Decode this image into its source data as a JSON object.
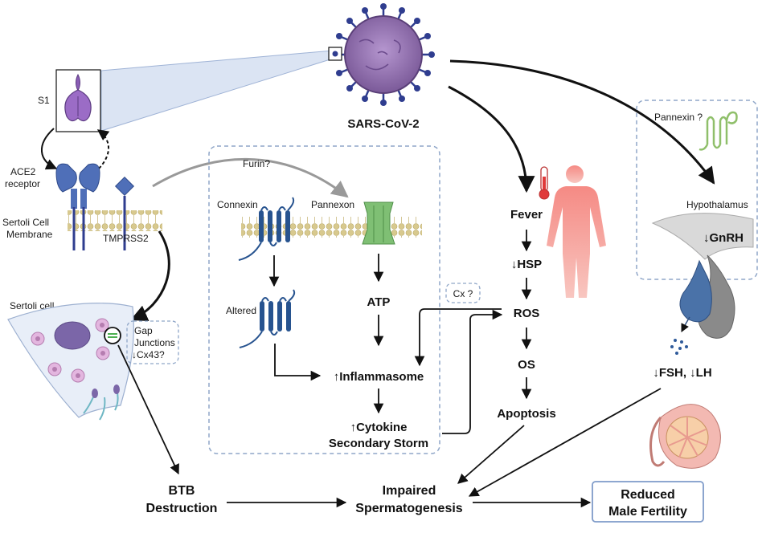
{
  "labels": {
    "s1": "S1",
    "ace2_line1": "ACE2",
    "ace2_line2": "receptor",
    "membrane_line1": "Sertoli Cell",
    "membrane_line2": "Membrane",
    "tmprss2": "TMPRSS2",
    "sertoli_cell": "Sertoli cell",
    "gap_line1": "Gap",
    "gap_line2": "Junctions",
    "gap_line3": "↓Cx43?",
    "virus": "SARS-CoV-2",
    "furin": "Furin?",
    "connexin": "Connexin",
    "pannexon": "Pannexon",
    "altered": "Altered",
    "atp": "ATP",
    "inflammasome": "↑Inflammasome",
    "cytokine_line1": "↑Cytokine",
    "cytokine_line2": "Secondary Storm",
    "cx": "Cx ?",
    "fever": "Fever",
    "hsp": "↓HSP",
    "ros": "ROS",
    "os": "OS",
    "apoptosis": "Apoptosis",
    "pannexin": "Pannexin ?",
    "hypothalamus": "Hypothalamus",
    "gnrh": "↓GnRH",
    "fsh_lh": "↓FSH, ↓LH",
    "btb_line1": "BTB",
    "btb_line2": "Destruction",
    "impaired_line1": "Impaired",
    "impaired_line2": "Spermatogenesis",
    "reduced_line1": "Reduced",
    "reduced_line2": "Male Fertility"
  },
  "colors": {
    "virus_fill": "#8e6aa8",
    "virus_spike": "#2f3d8f",
    "receptor_blue": "#4f6fb8",
    "connexin_blue": "#27538f",
    "pannexon_green": "#7fbf74",
    "membrane_tan": "#e6d9a8",
    "dashed_box": "#8fa6c8",
    "human_red": "#f06a6a",
    "result_border": "#7f9bc9"
  }
}
